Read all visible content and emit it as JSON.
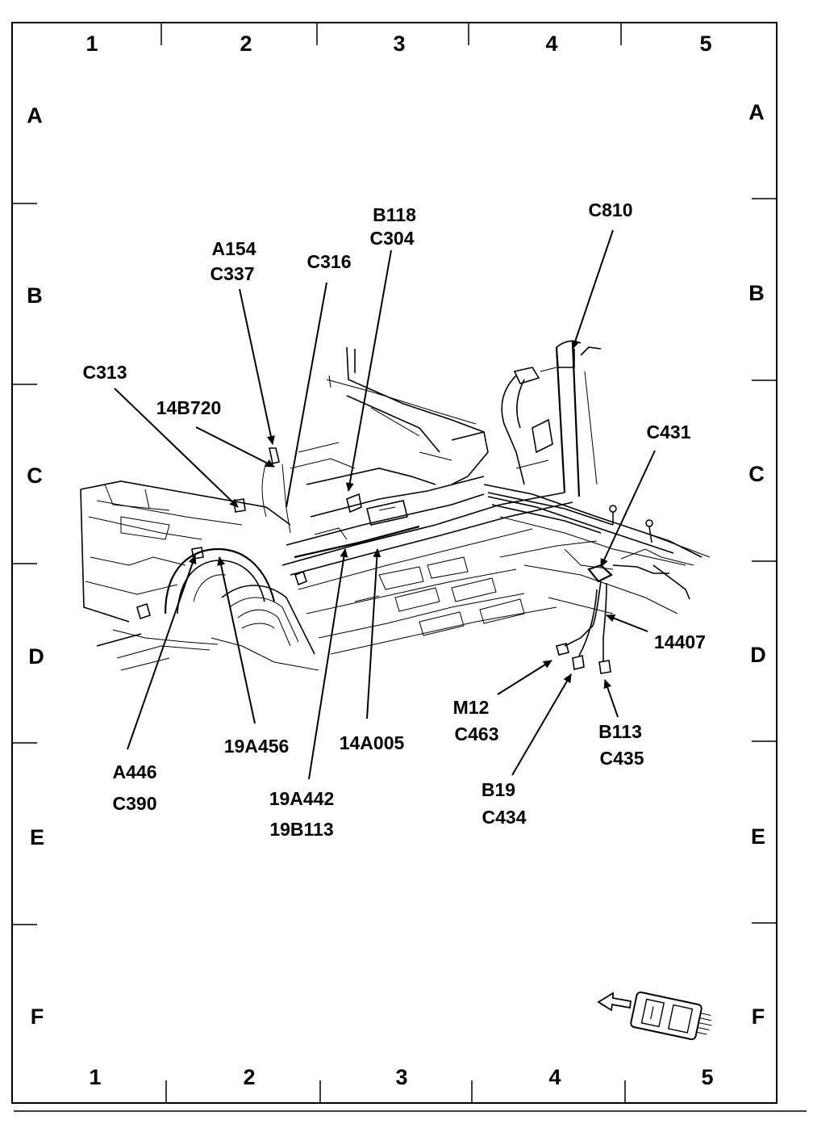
{
  "grid": {
    "columns_top": [
      "1",
      "2",
      "3",
      "4",
      "5"
    ],
    "columns_bottom": [
      "1",
      "2",
      "3",
      "4",
      "5"
    ],
    "rows_left": [
      "A",
      "B",
      "C",
      "D",
      "E",
      "F"
    ],
    "rows_right": [
      "A",
      "B",
      "C",
      "D",
      "E",
      "F"
    ]
  },
  "callouts": {
    "b118": "B118",
    "c304": "C304",
    "c810": "C810",
    "a154": "A154",
    "c337": "C337",
    "c316": "C316",
    "c313": "C313",
    "p14b720": "14B720",
    "c431": "C431",
    "p14407": "14407",
    "m12": "M12",
    "c463": "C463",
    "b113": "B113",
    "c435": "C435",
    "a446": "A446",
    "c390": "C390",
    "p19a456": "19A456",
    "p14a005": "14A005",
    "p19a442": "19A442",
    "p19b113": "19B113",
    "b19": "B19",
    "c434": "C434"
  },
  "orientation_icon": "vehicle-direction-arrow-icon"
}
